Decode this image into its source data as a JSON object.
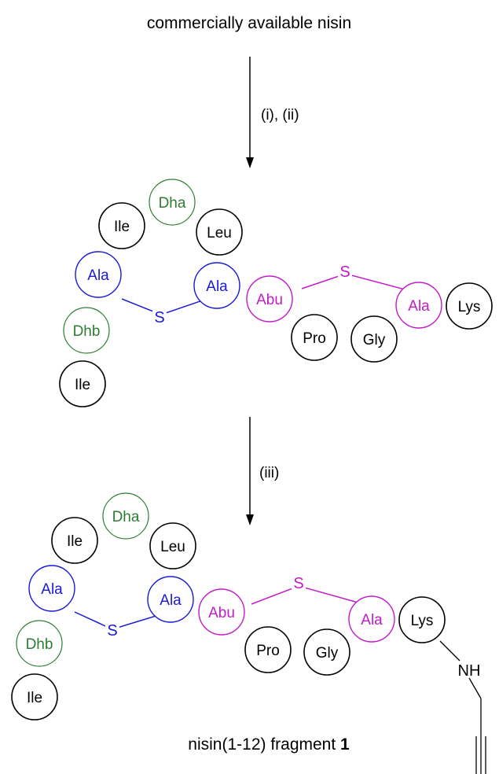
{
  "title": "commercially available nisin",
  "step1_label": "(i), (ii)",
  "step2_label": "(iii)",
  "caption": {
    "text": "nisin(1-12) fragment ",
    "number": "1"
  },
  "colors": {
    "black": "#000000",
    "green": "#2e7d32",
    "blue": "#1a1ad6",
    "magenta": "#c21bc8"
  },
  "structure1": {
    "residues": [
      "Ile",
      "Dha",
      "Ile",
      "Leu",
      "Ala",
      "Ala",
      "Dhb",
      "Abu",
      "Pro",
      "Gly",
      "Ala",
      "Lys"
    ],
    "sulfur_labels": [
      "S",
      "S"
    ]
  },
  "structure2": {
    "residues": [
      "Ile",
      "Dha",
      "Ile",
      "Leu",
      "Ala",
      "Ala",
      "Dhb",
      "Abu",
      "Pro",
      "Gly",
      "Ala",
      "Lys"
    ],
    "sulfur_labels": [
      "S",
      "S"
    ],
    "amine_label": "NH"
  }
}
